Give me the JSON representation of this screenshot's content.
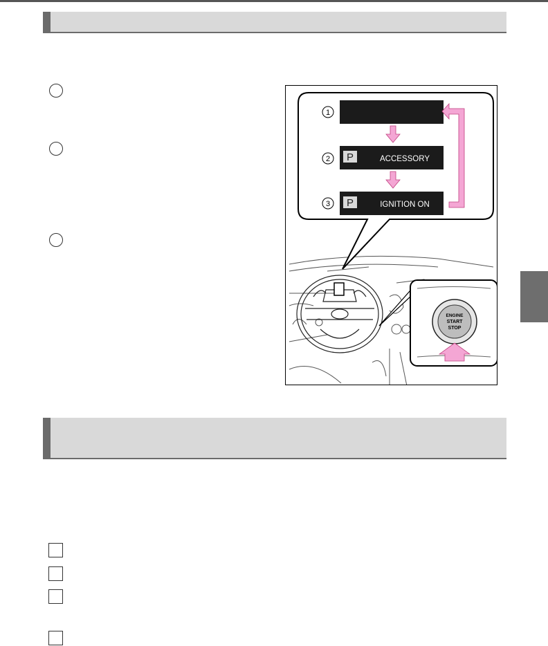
{
  "figure": {
    "step_numbers": [
      "1",
      "2",
      "3"
    ],
    "display_p": "P",
    "accessory_label": "ACCESSORY",
    "ignition_on_label": "IGNITION ON",
    "button_text": [
      "ENGINE",
      "START",
      "STOP"
    ],
    "figure_id": "STS43BD012E",
    "colors": {
      "arrow_pink": "#f4a6d4",
      "arrow_stroke": "#c0407f",
      "display_dark": "#1b1b1b"
    }
  }
}
